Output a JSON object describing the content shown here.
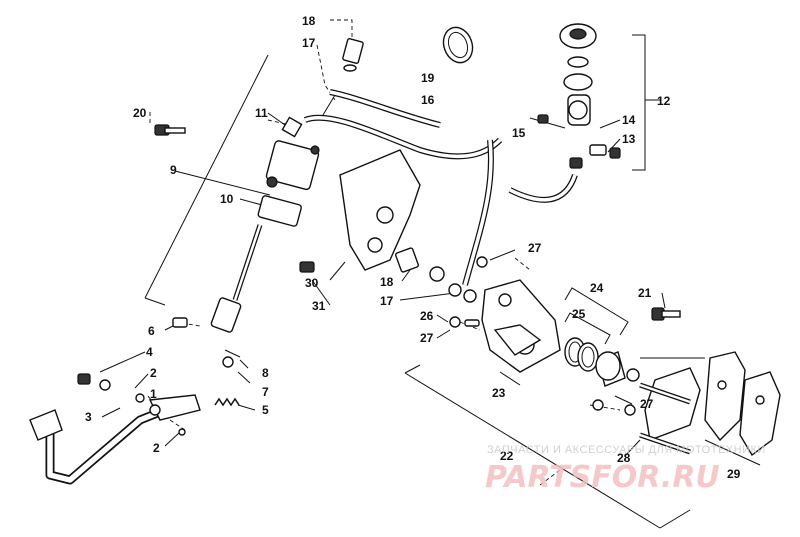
{
  "labels": [
    "18",
    "17",
    "19",
    "16",
    "12",
    "20",
    "11",
    "14",
    "15",
    "13",
    "9",
    "10",
    "27",
    "24",
    "30",
    "18",
    "21",
    "17",
    "31",
    "25",
    "6",
    "26",
    "27",
    "4",
    "8",
    "2",
    "7",
    "1",
    "23",
    "27",
    "3",
    "5",
    "22",
    "28",
    "2",
    "29"
  ],
  "watermark": {
    "top": "ЗАПЧАСТИ И АКСЕССУАРЫ ДЛЯ МОТОТЕХНИКИ",
    "bottom": "PARTSFOR.RU"
  }
}
